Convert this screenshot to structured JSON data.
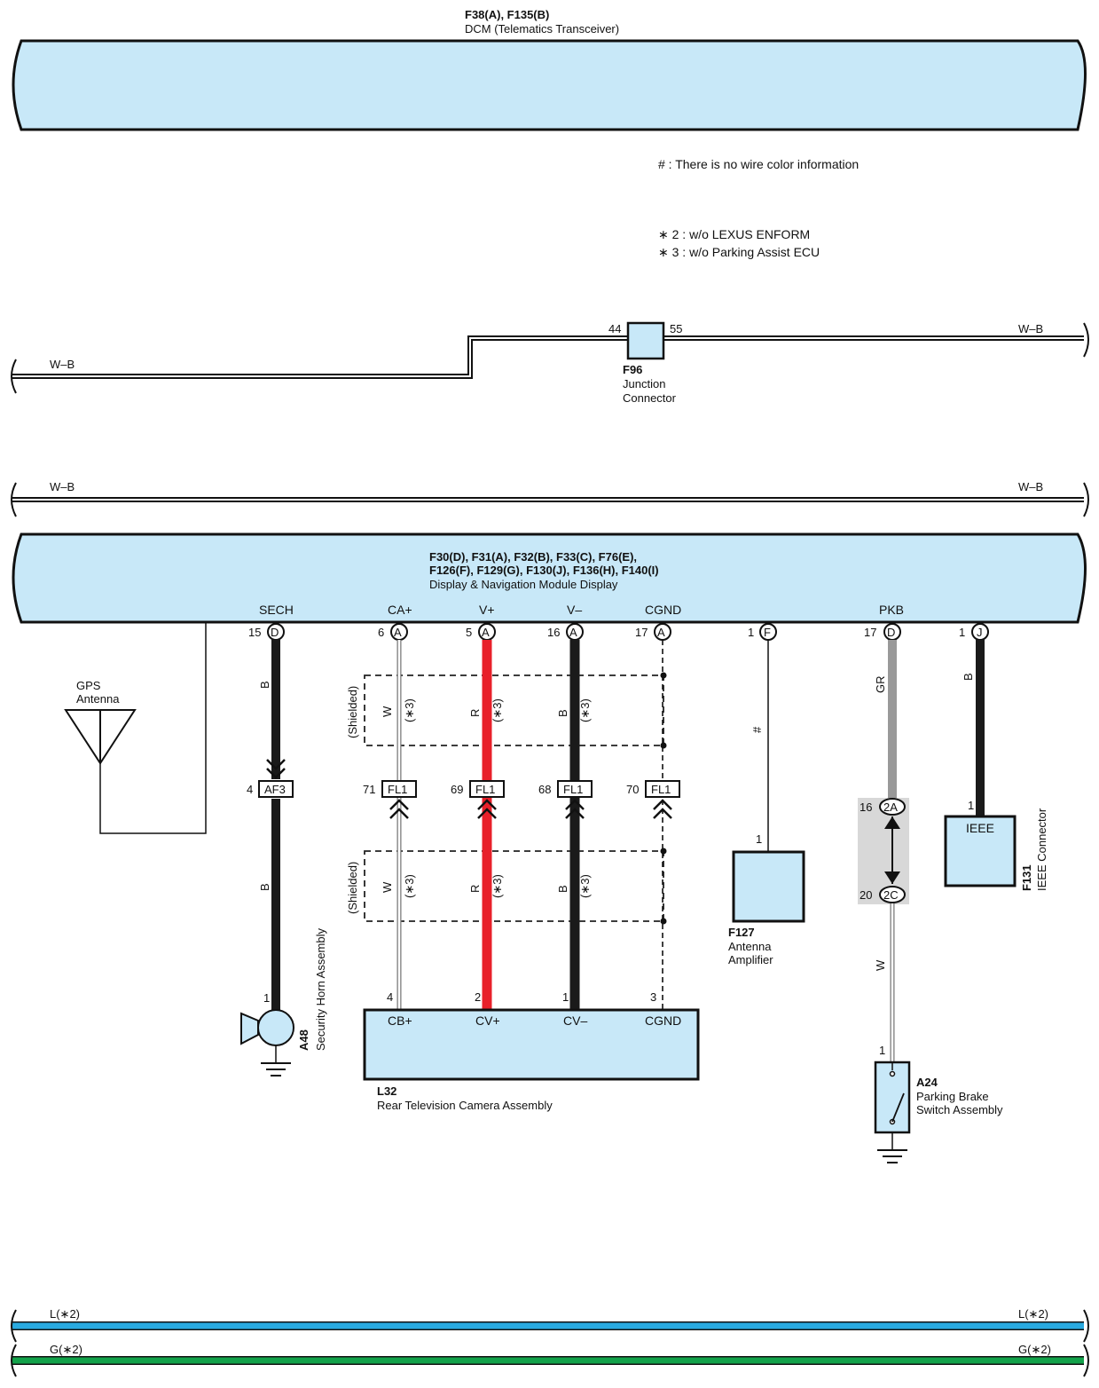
{
  "dcm": {
    "codes": "F38(A), F135(B)",
    "name": "DCM (Telematics Transceiver)"
  },
  "notes": {
    "hash": "# : There is no wire color information",
    "n2": "∗ 2 : w/o LEXUS ENFORM",
    "n3": "∗ 3 : w/o Parking Assist ECU"
  },
  "bus_wb": {
    "left_label": "W–B",
    "right_label": "W–B",
    "pin_left": "44",
    "pin_right": "55",
    "junction_code": "F96",
    "junction_name_1": "Junction",
    "junction_name_2": "Connector"
  },
  "bus_wb2": {
    "left_label": "W–B",
    "right_label": "W–B"
  },
  "display": {
    "codes_1": "F30(D), F31(A), F32(B), F33(C), F76(E),",
    "codes_2": "F126(F), F129(G), F130(J), F136(H), F140(I)",
    "name": "Display & Navigation Module Display",
    "terminals": {
      "sech": "SECH",
      "ca": "CA+",
      "v_plus": "V+",
      "v_minus": "V–",
      "cgnd": "CGND",
      "pkb": "PKB"
    },
    "pins": [
      {
        "num": "15",
        "conn": "D"
      },
      {
        "num": "6",
        "conn": "A"
      },
      {
        "num": "5",
        "conn": "A"
      },
      {
        "num": "16",
        "conn": "A"
      },
      {
        "num": "17",
        "conn": "A"
      },
      {
        "num": "1",
        "conn": "F"
      },
      {
        "num": "17",
        "conn": "D"
      },
      {
        "num": "1",
        "conn": "J"
      }
    ]
  },
  "gps": {
    "label_1": "GPS",
    "label_2": "Antenna"
  },
  "wires": {
    "b": "B",
    "w": "W",
    "r": "R",
    "gr": "GR",
    "hash": "#",
    "star3": "(∗3)",
    "shielded": "(Shielded)"
  },
  "junctions": {
    "af3": {
      "pin": "4",
      "label": "AF3"
    },
    "fl1": [
      {
        "pin": "71",
        "label": "FL1"
      },
      {
        "pin": "69",
        "label": "FL1"
      },
      {
        "pin": "68",
        "label": "FL1"
      },
      {
        "pin": "70",
        "label": "FL1"
      }
    ],
    "c2a": {
      "pin": "16",
      "label": "2A"
    },
    "c2c": {
      "pin": "20",
      "label": "2C"
    }
  },
  "horn": {
    "pin": "1",
    "code": "A48",
    "name": "Security Horn Assembly"
  },
  "camera": {
    "code": "L32",
    "name": "Rear Television Camera Assembly",
    "pins": [
      "4",
      "2",
      "1",
      "3"
    ],
    "terminals": [
      "CB+",
      "CV+",
      "CV–",
      "CGND"
    ]
  },
  "amp": {
    "pin": "1",
    "code": "F127",
    "name_1": "Antenna",
    "name_2": "Amplifier"
  },
  "ieee": {
    "pin": "1",
    "label": "IEEE",
    "code": "F131",
    "name": "IEEE Connector"
  },
  "brake": {
    "pin": "1",
    "code": "A24",
    "name_1": "Parking Brake",
    "name_2": "Switch Assembly"
  },
  "bottom": {
    "l_left": "L(∗2)",
    "l_right": "L(∗2)",
    "g_left": "G(∗2)",
    "g_right": "G(∗2)"
  },
  "colors": {
    "module_fill": "#c8e8f8",
    "wire_red": "#e8202a",
    "wire_black": "#1a1a1a",
    "wire_gray": "#999999",
    "wire_blue": "#29aae1",
    "wire_green": "#13a24a",
    "shade": "#d8d8d8"
  }
}
